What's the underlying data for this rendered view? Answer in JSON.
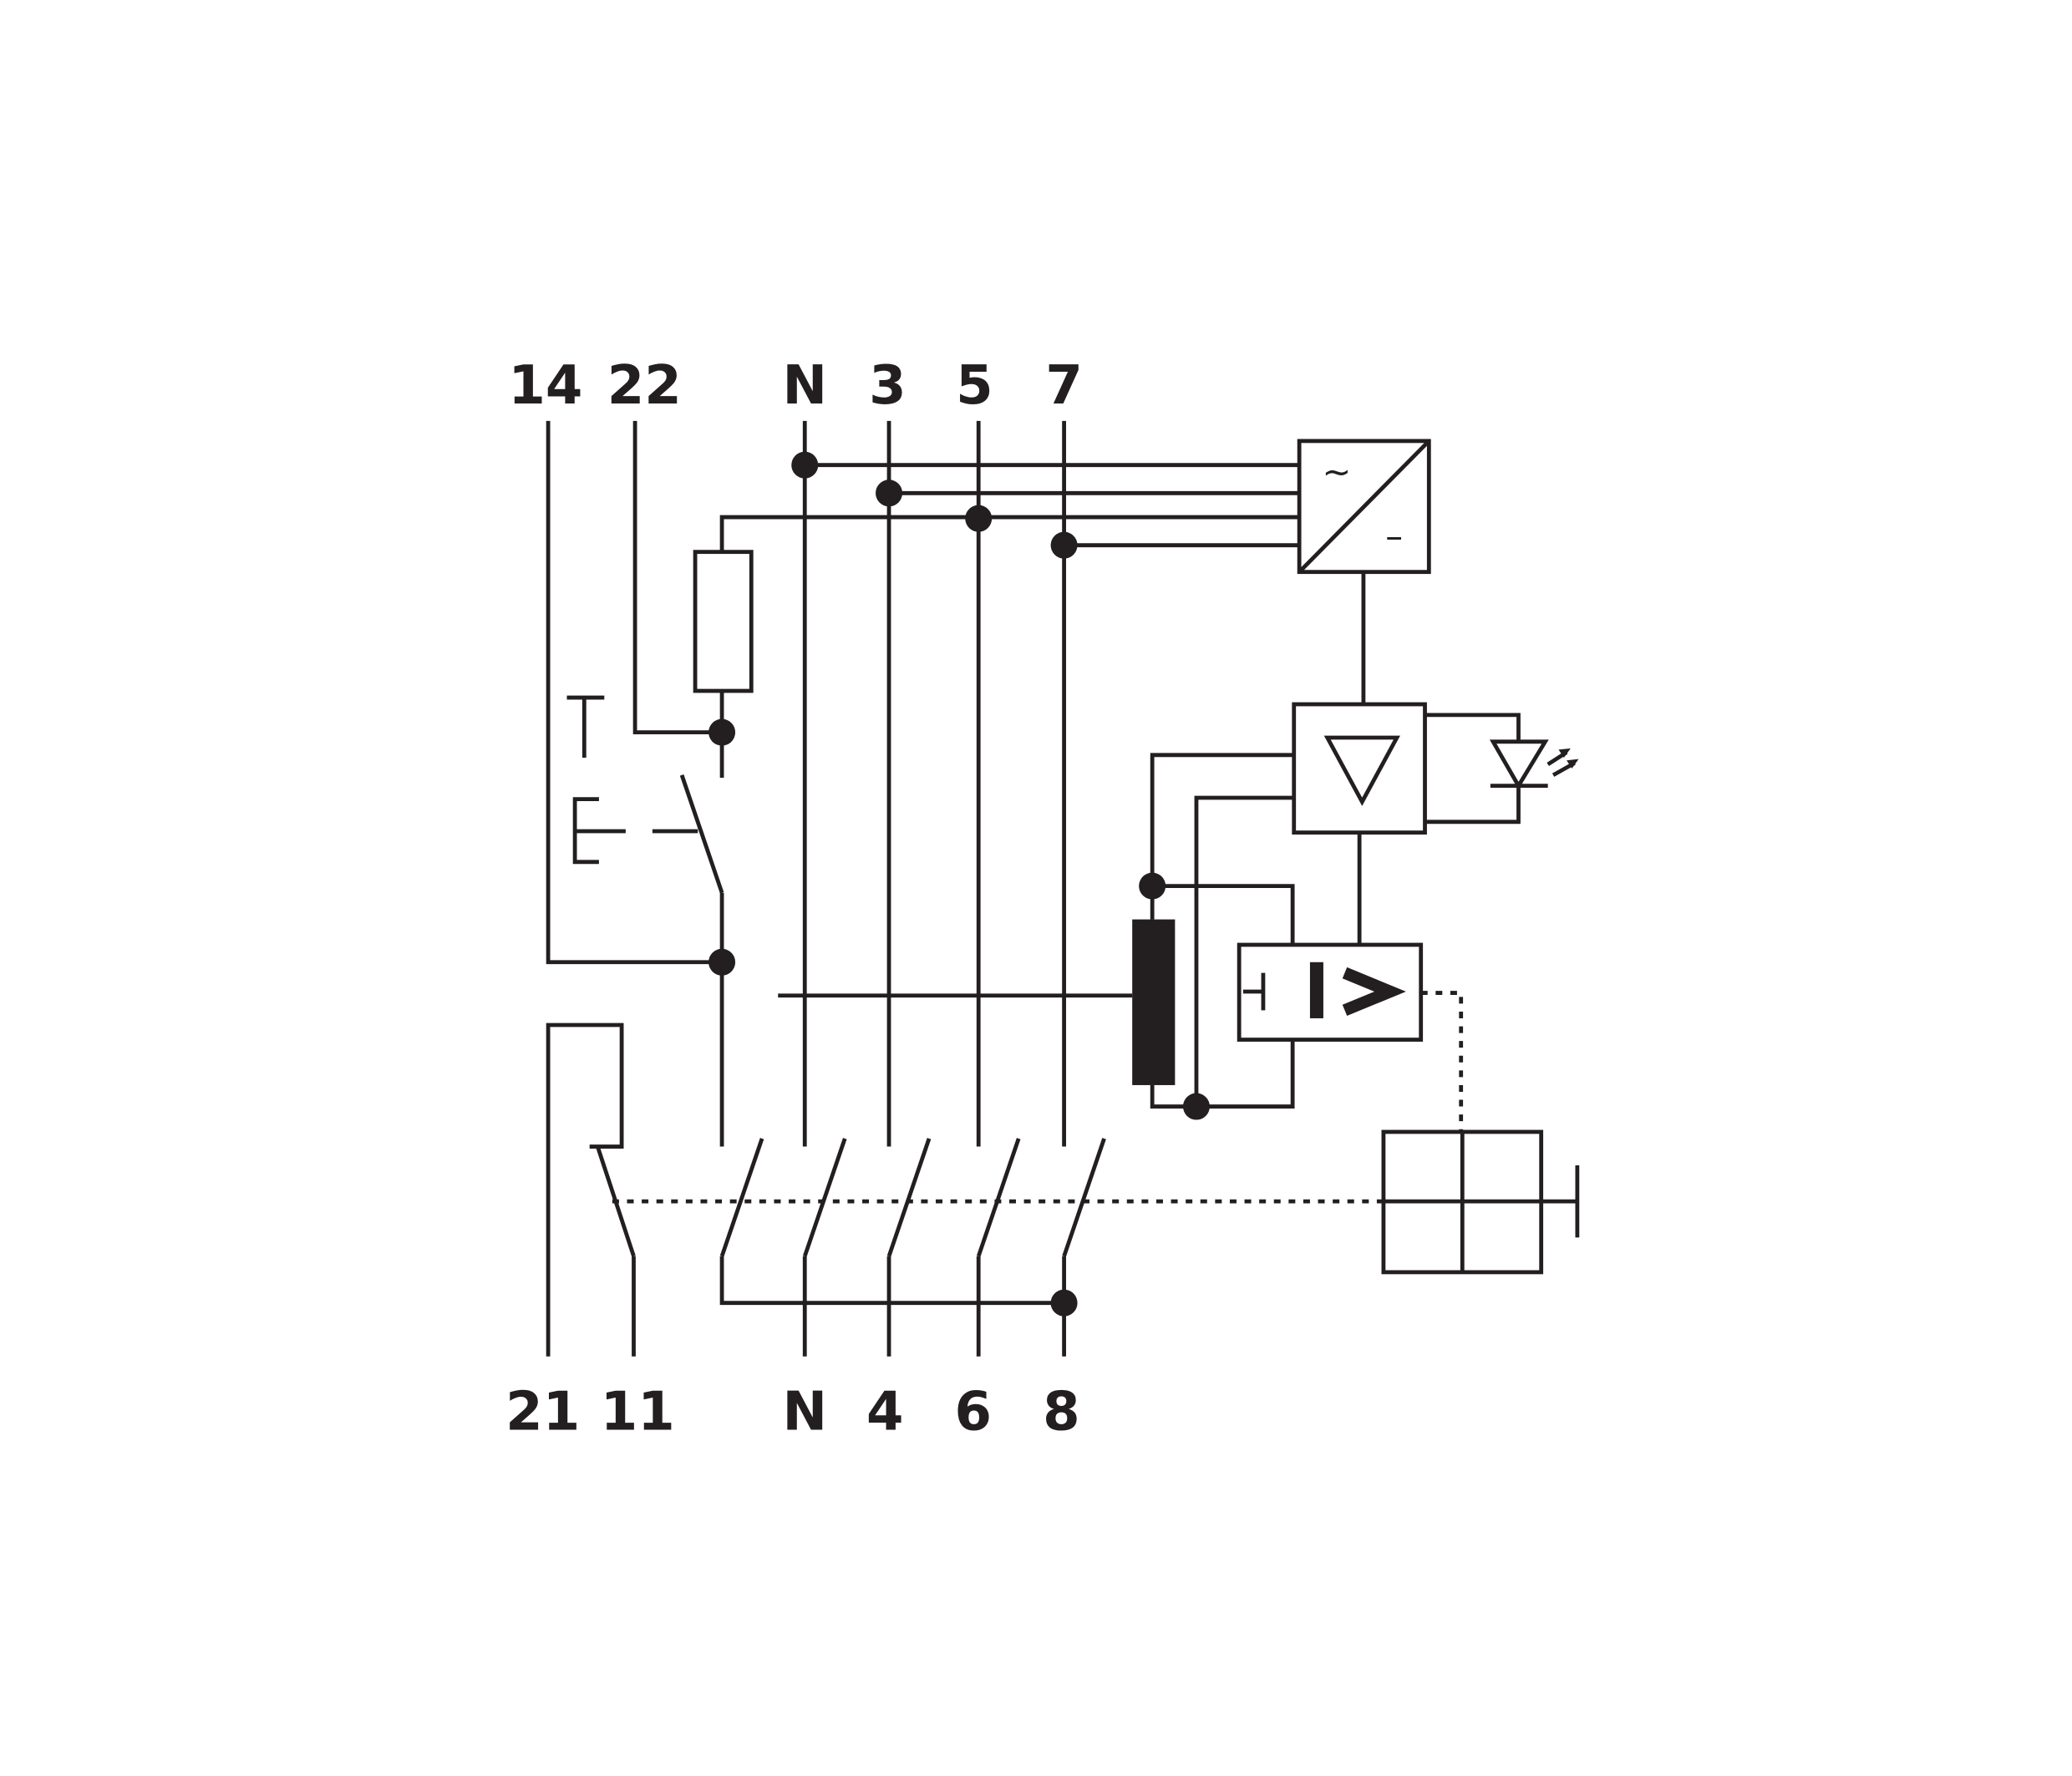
{
  "diagram": {
    "top_terminals": [
      "14",
      "22",
      "N",
      "3",
      "5",
      "7"
    ],
    "bottom_terminals": [
      "21",
      "11",
      "N",
      "4",
      "6",
      "8"
    ],
    "converter_symbols": {
      "ac": "~",
      "dc": "–"
    },
    "test_button": {
      "t": "T",
      "e": "E"
    },
    "relay_symbol": "I >",
    "colors": {
      "line": "#231f20",
      "background": "#ffffff"
    }
  }
}
